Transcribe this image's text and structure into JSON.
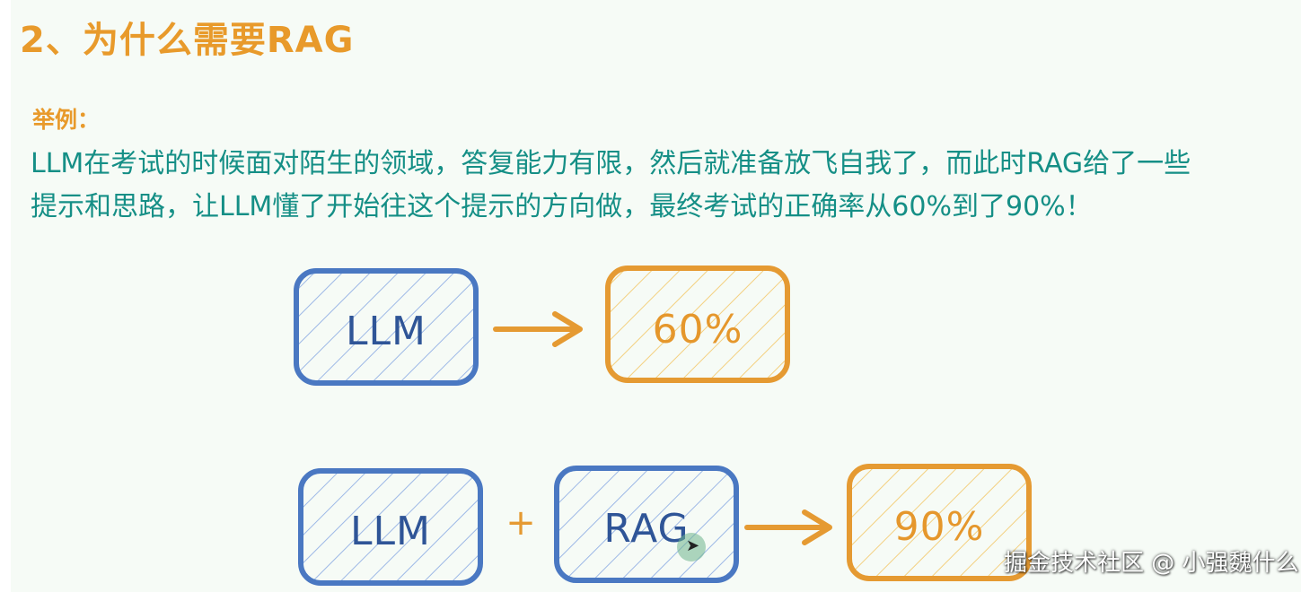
{
  "slide": {
    "title": "2、为什么需要RAG",
    "example_label": "举例：",
    "example_lines": [
      "LLM在考试的时候面对陌生的领域，答复能力有限，然后就准备放飞自我了，而此时RAG给了一些",
      "提示和思路，让LLM懂了开始往这个提示的方向做，最终考试的正确率从60%到了90%！"
    ]
  },
  "diagram": {
    "row1": {
      "model_label": "LLM",
      "result_label": "60%"
    },
    "row2": {
      "model_label": "LLM",
      "plus_symbol": "+",
      "rag_label": "RAG",
      "result_label": "90%"
    }
  },
  "watermark": "掘金技术社区 @ 小强魏什么",
  "colors": {
    "title_orange": "#e89a2b",
    "body_teal": "#158f86",
    "box_blue": "#4a78c2",
    "box_orange": "#e59a32",
    "label_blue": "#2f5597",
    "label_orange": "#e5972c"
  }
}
